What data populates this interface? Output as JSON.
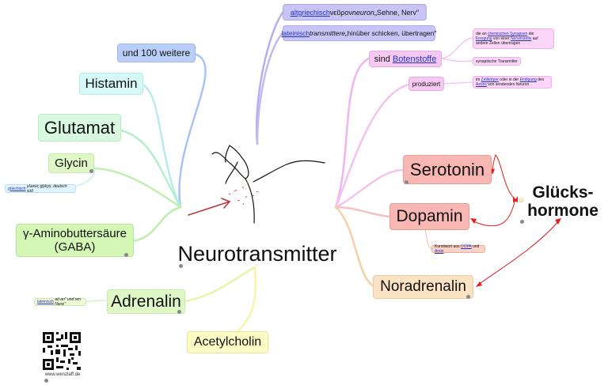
{
  "center": {
    "title": "Neurotransmitter"
  },
  "left_nodes": {
    "more": "und 100 weitere",
    "histamin": "Histamin",
    "glutamat": "Glutamat",
    "glycin": "Glycin",
    "glycin_note_link": "griechisch",
    "glycin_note_text": "γλυκύς glykys, deutsch süß",
    "gaba_line1": "γ-Aminobuttersäure",
    "gaba_line2": "(GABA)",
    "adrenalin": "Adrenalin",
    "adrenalin_note_link": "lateinisch",
    "adrenalin_note_text": "ad an\" und ren Niere\"",
    "acetylcholin": "Acetylcholin"
  },
  "top_nodes": {
    "greek_link": "altgriechisch",
    "greek_text": " νεῦρον ",
    "greek_word": "neuron",
    "greek_meaning": " „Sehne, Nerv\"",
    "latin_link": "lateinisch",
    "latin_word": " transmittere",
    "latin_meaning": " „hinüber schicken, übertragen\""
  },
  "right_nodes": {
    "botenstoffe_prefix": "sind ",
    "botenstoffe_link": "Botenstoffe",
    "synapse_note_1": "die an ",
    "synapse_note_link1": "chemischen Synapsen",
    "synapse_note_2": " die ",
    "synapse_note_link2": "Erregung",
    "synapse_note_3": " von einer ",
    "synapse_note_link3": "Nervenzelle",
    "synapse_note_4": " auf andere Zellen übertragen",
    "transmitter_note": "synaptische Transmitter",
    "produziert": "produziert",
    "produziert_note_1": "im ",
    "produziert_note_link1": "Zellkörper",
    "produziert_note_2": " oder in der ",
    "produziert_note_link2": "Endigung",
    "produziert_note_3": " des ",
    "produziert_note_link3": "Axons",
    "produziert_note_4": " von sendenden Neuron",
    "serotonin": "Serotonin",
    "dopamin": "Dopamin",
    "dopamin_note_1": "Kunstwort aus ",
    "dopamin_note_link1": "DOPA",
    "dopamin_note_2": " und ",
    "dopamin_note_link2": "Amin",
    "noradrenalin": "Noradrenalin",
    "gluecks_line1": "Glücks-",
    "gluecks_line2": "hormone"
  },
  "footer": {
    "website": "www.wenzlaff.de"
  },
  "colors": {
    "arrow_red": "#e02020",
    "arrow_darkred": "#b83a3a",
    "branch_left": "#9ee9b0",
    "branch_right": "#ee9ef0",
    "branch_top": "#b3a6f2",
    "branch_adrenalin": "#e6f2a0",
    "branch_acetyl": "#f4f49a",
    "branch_nora": "#f5c58a"
  },
  "icons": [
    "neuron-sketch",
    "qr-code",
    "smiley-icon"
  ]
}
